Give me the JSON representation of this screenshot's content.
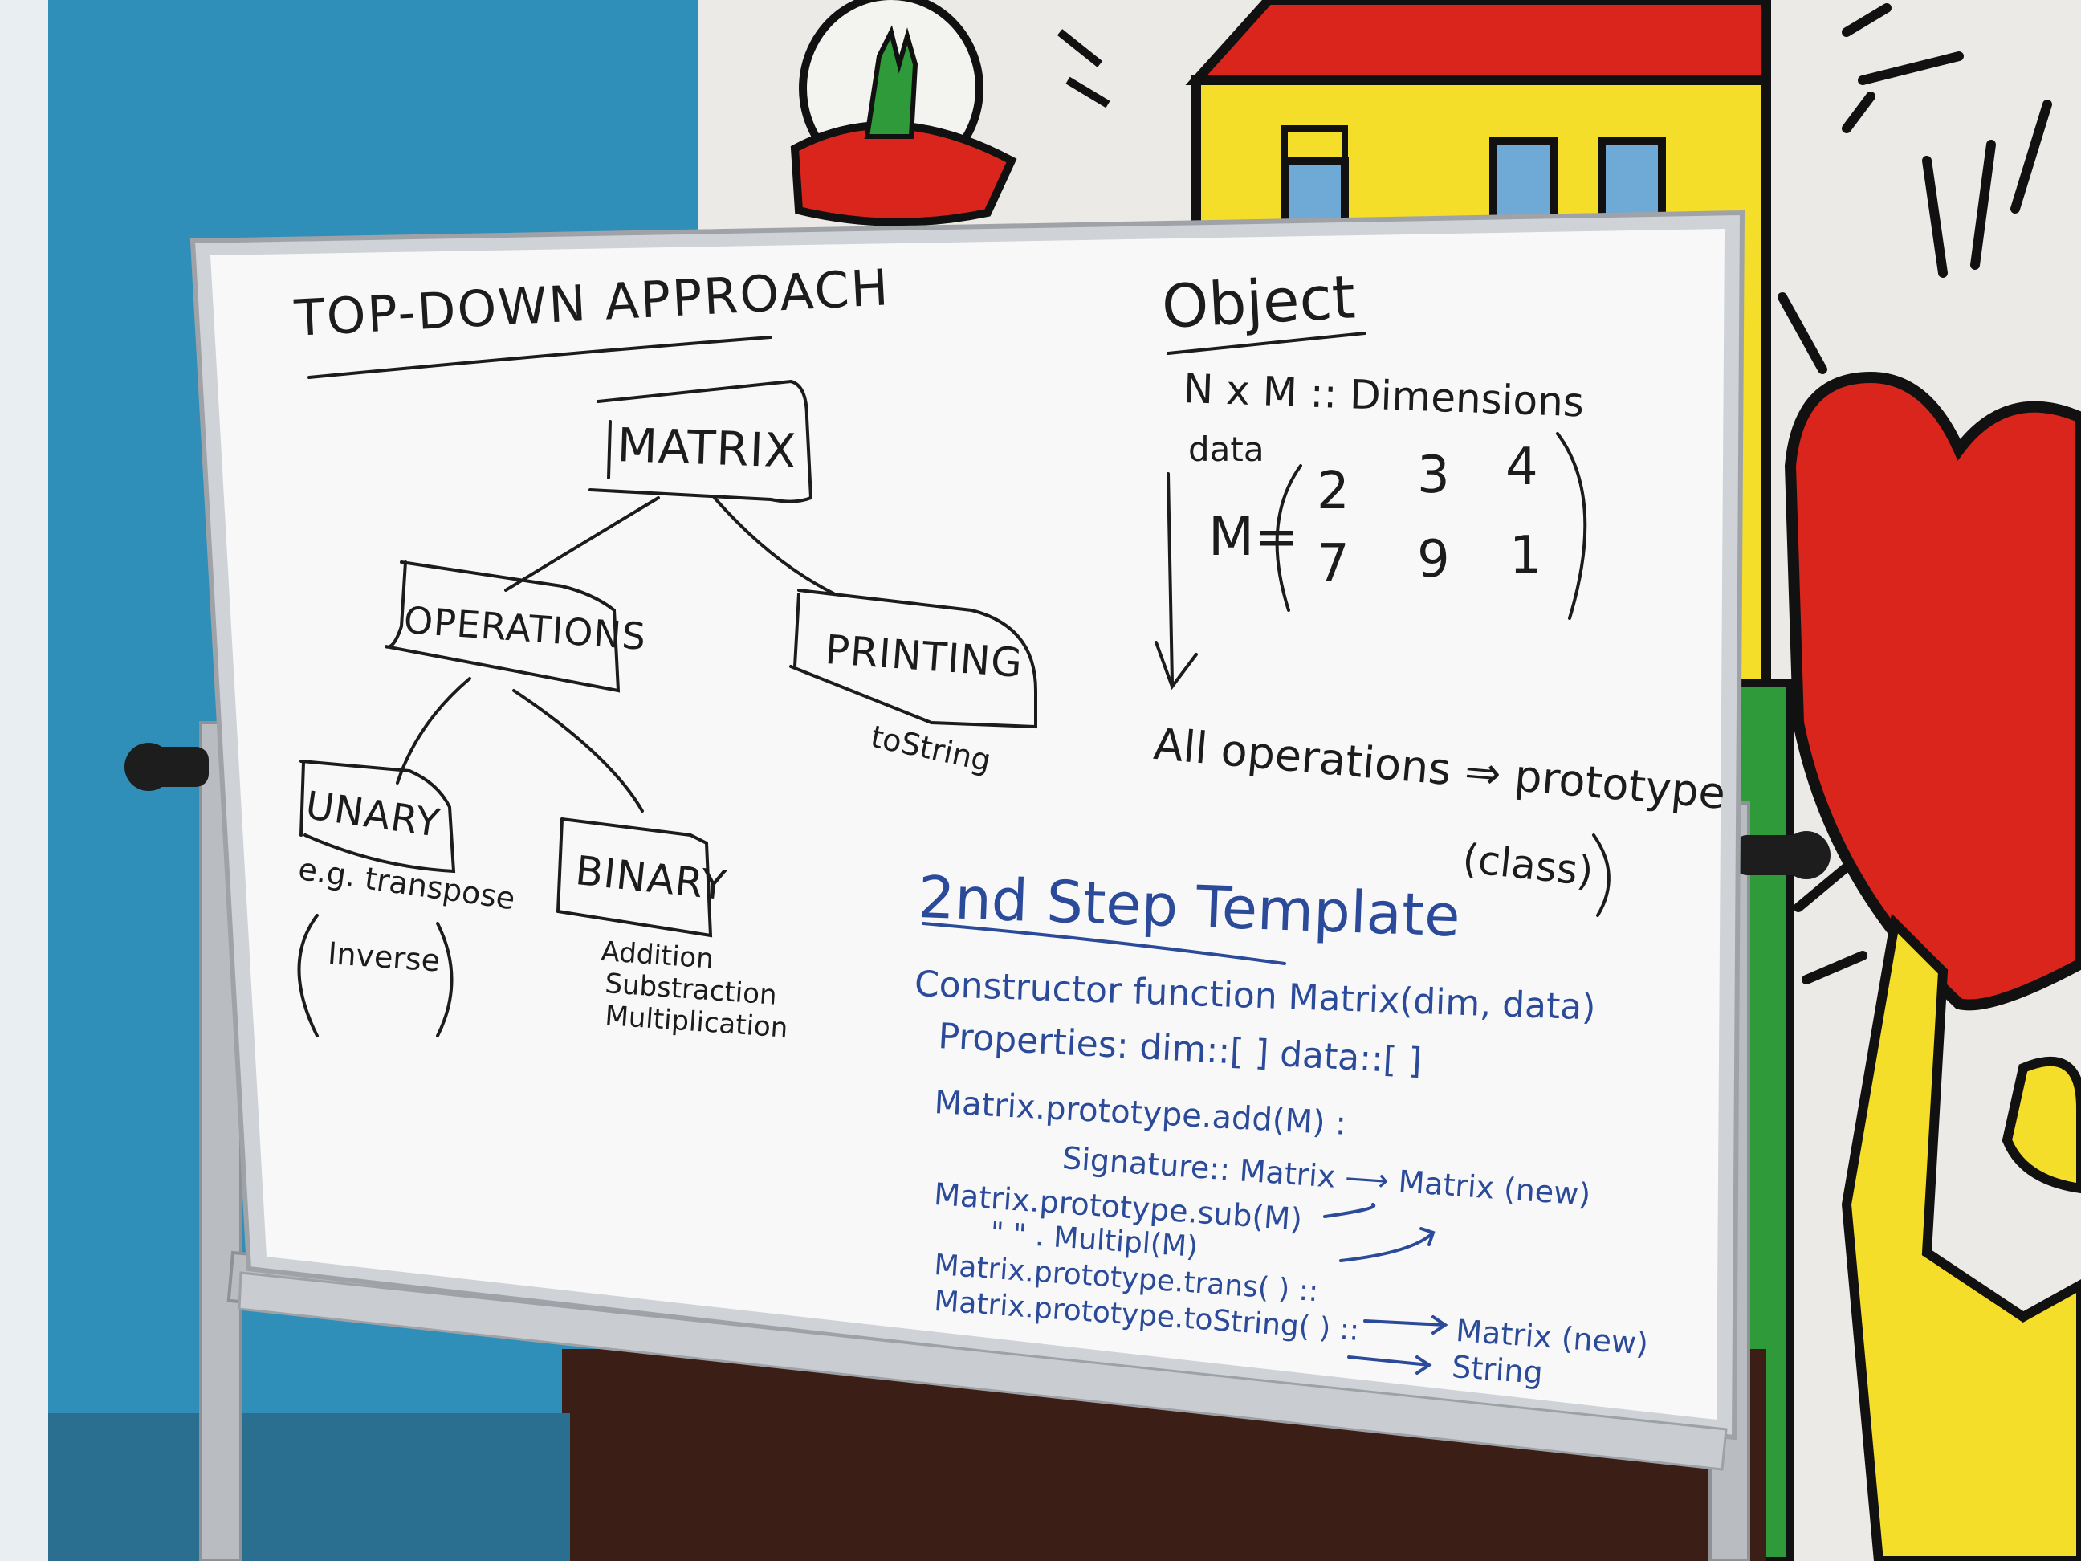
{
  "board": {
    "title": "TOP-DOWN APPROACH",
    "tree": {
      "root": "MATRIX",
      "operations": "OPERATIONS",
      "printing": "PRINTING",
      "printing_note": "toString",
      "unary": "UNARY",
      "unary_note": "e.g. transpose",
      "inverse": "Inverse",
      "binary": "BINARY",
      "binary_items": [
        "Addition",
        "Substraction",
        "Multiplication"
      ]
    },
    "object": {
      "heading": "Object",
      "dims": "N x M :: Dimensions",
      "data_label": "data",
      "matrix_label": "M=",
      "row1": [
        "2",
        "3",
        "4"
      ],
      "row2": [
        "7",
        "9",
        "1"
      ],
      "all_ops": "All operations ⇒ prototype",
      "class": "(class)"
    },
    "template": {
      "title": "2nd Step Template",
      "lines": [
        "Constructor   function Matrix(dim, data)",
        "Properties:  dim::[ ]   data::[ ]",
        "Matrix.prototype.add(M) :",
        "Signature::   Matrix ⟶ Matrix (new)",
        "Matrix.prototype.sub(M)",
        "\"   \" . Multipl(M)",
        "Matrix.prototype.trans( ) ::",
        "Matrix.prototype.toString( ) ::"
      ],
      "result_new": "Matrix (new)",
      "result_string": "String"
    }
  },
  "colors": {
    "wall_blue": "#2f8fb8",
    "mural_yellow": "#f5de2a",
    "mural_red": "#d9251c",
    "mural_green": "#2e9a3a",
    "marker_black": "#1c1c1c",
    "marker_blue": "#2b4a9a"
  }
}
